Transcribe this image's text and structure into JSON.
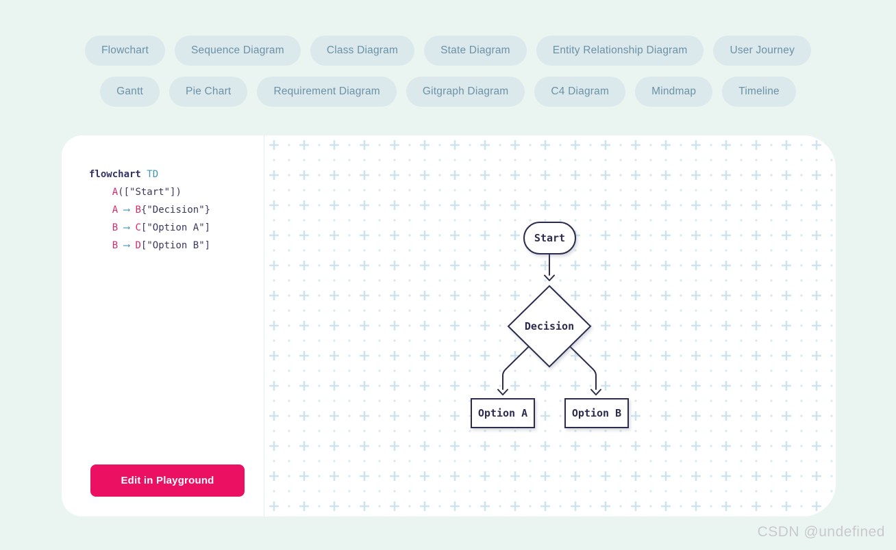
{
  "tabs": {
    "row1": [
      "Flowchart",
      "Sequence Diagram",
      "Class Diagram",
      "State Diagram",
      "Entity Relationship Diagram",
      "User Journey"
    ],
    "row2": [
      "Gantt",
      "Pie Chart",
      "Requirement Diagram",
      "Gitgraph Diagram",
      "C4 Diagram",
      "Mindmap",
      "Timeline"
    ]
  },
  "editor": {
    "lines": [
      [
        [
          "flowchart",
          "kw"
        ],
        [
          " ",
          "pl"
        ],
        [
          "TD",
          "ty"
        ]
      ],
      [
        [
          "    ",
          "pl"
        ],
        [
          "A",
          "id"
        ],
        [
          "([\"Start\"])",
          "pl"
        ]
      ],
      [
        [
          "    ",
          "pl"
        ],
        [
          "A",
          "id"
        ],
        [
          " ",
          "pl"
        ],
        [
          "⟶",
          "op"
        ],
        [
          " ",
          "pl"
        ],
        [
          "B",
          "id"
        ],
        [
          "{\"Decision\"}",
          "pl"
        ]
      ],
      [
        [
          "    ",
          "pl"
        ],
        [
          "B",
          "id"
        ],
        [
          " ",
          "pl"
        ],
        [
          "⟶",
          "op"
        ],
        [
          " ",
          "pl"
        ],
        [
          "C",
          "id"
        ],
        [
          "[\"Option A\"]",
          "pl"
        ]
      ],
      [
        [
          "    ",
          "pl"
        ],
        [
          "B",
          "id"
        ],
        [
          " ",
          "pl"
        ],
        [
          "⟶",
          "op"
        ],
        [
          " ",
          "pl"
        ],
        [
          "D",
          "id"
        ],
        [
          "[\"Option B\"]",
          "pl"
        ]
      ]
    ]
  },
  "playground_button": {
    "label": "Edit in Playground"
  },
  "diagram": {
    "type": "flowchart",
    "direction": "TD",
    "nodes": {
      "a": {
        "id": "A",
        "label": "Start",
        "shape": "stadium"
      },
      "b": {
        "id": "B",
        "label": "Decision",
        "shape": "diamond"
      },
      "c": {
        "id": "C",
        "label": "Option A",
        "shape": "rect"
      },
      "d": {
        "id": "D",
        "label": "Option B",
        "shape": "rect"
      }
    },
    "edges": [
      [
        "A",
        "B"
      ],
      [
        "B",
        "C"
      ],
      [
        "B",
        "D"
      ]
    ]
  },
  "watermark": {
    "text": "CSDN @undefined"
  },
  "colors": {
    "page_bg": "#eaf5f1",
    "pill_bg": "#dbe8ec",
    "pill_text": "#6b92a6",
    "card_bg": "#ffffff",
    "accent_pink": "#ec1062",
    "node_stroke": "#2b2b4d",
    "code_keyword": "#32326b",
    "code_type": "#3f96b4",
    "code_id": "#d62a6c",
    "pattern_plus": "#cde4ef",
    "pattern_dot": "#d8e9f2",
    "watermark_gray": "#c9c9cc"
  }
}
